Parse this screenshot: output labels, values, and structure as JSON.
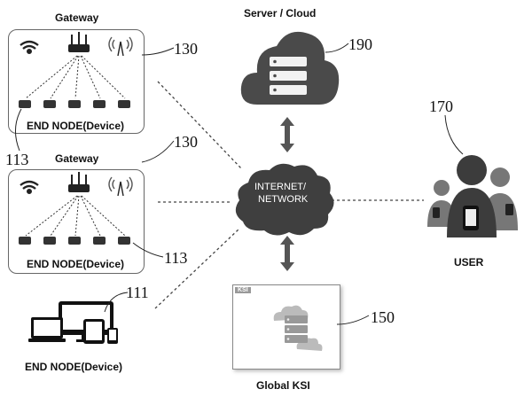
{
  "server_label": "Server / Cloud",
  "network_label_line1": "INTERNET/",
  "network_label_line2": "NETWORK",
  "gateway1": {
    "title": "Gateway",
    "node_label": "END NODE(Device)"
  },
  "gateway2": {
    "title": "Gateway",
    "node_label": "END NODE(Device)"
  },
  "end_node_label": "END NODE(Device)",
  "ksi_tag": "KSI",
  "global_ksi_label": "Global KSI",
  "user_label": "USER",
  "refs": {
    "gateway1": "130",
    "gateway2": "130",
    "server": "190",
    "user": "170",
    "node1": "113",
    "node2": "113",
    "end_node": "111",
    "ksi": "150"
  },
  "icons": [
    "wifi-icon",
    "router-icon",
    "antenna-icon",
    "sensor-device-icon",
    "cloud-server-icon",
    "network-cloud-icon",
    "user-group-icon",
    "devices-icon",
    "ksi-server-icon",
    "double-arrow-icon"
  ]
}
